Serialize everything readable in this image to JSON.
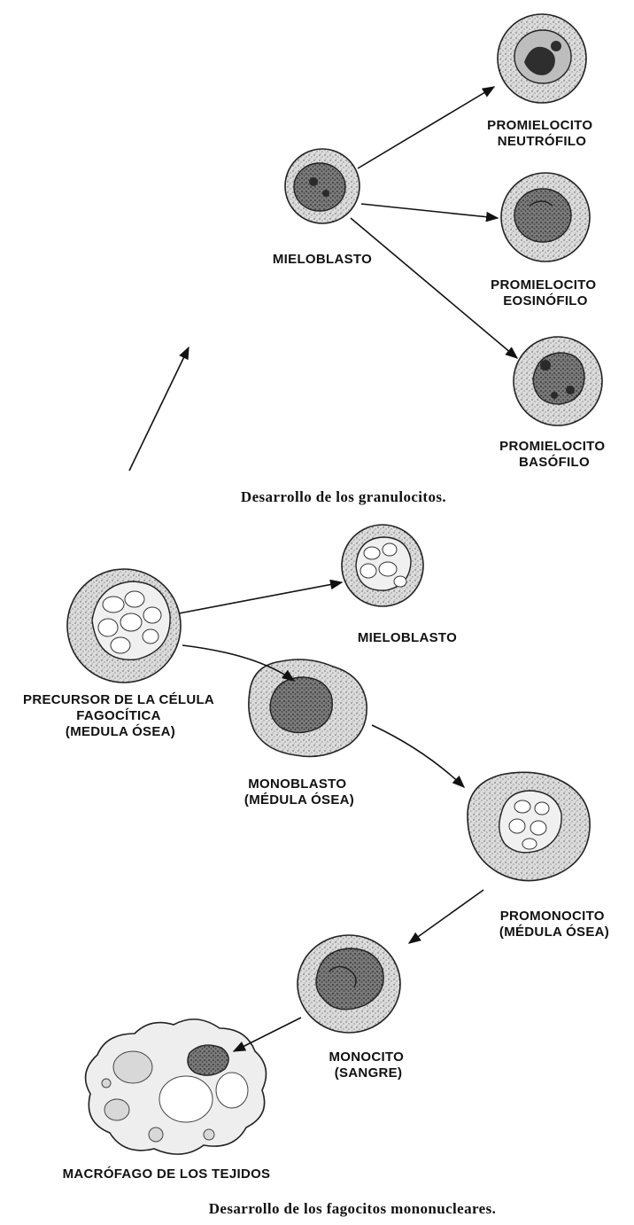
{
  "diagrams": [
    {
      "caption": "Desarrollo de los granulocitos.",
      "cells": [
        {
          "id": "mieloblasto",
          "label_lines": [
            "MIELOBLASTO"
          ]
        },
        {
          "id": "promielocito-neutrofilo",
          "label_lines": [
            "PROMIELOCITO",
            "NEUTRÓFILO"
          ]
        },
        {
          "id": "promielocito-eosinofilo",
          "label_lines": [
            "PROMIELOCITO",
            "EOSINÓFILO"
          ]
        },
        {
          "id": "promielocito-basofilo",
          "label_lines": [
            "PROMIELOCITO",
            "BASÓFILO"
          ]
        }
      ]
    },
    {
      "caption": "Desarrollo de los fagocitos mononucleares.",
      "cells": [
        {
          "id": "precursor",
          "label_lines": [
            "PRECURSOR DE LA CÉLULA",
            "FAGOCÍTICA",
            "(MEDULA ÓSEA)"
          ]
        },
        {
          "id": "mieloblasto-2",
          "label_lines": [
            "MIELOBLASTO"
          ]
        },
        {
          "id": "monoblasto",
          "label_lines": [
            "MONOBLASTO",
            "(MÉDULA ÓSEA)"
          ]
        },
        {
          "id": "promonocito",
          "label_lines": [
            "PROMONOCITO",
            "(MÉDULA ÓSEA)"
          ]
        },
        {
          "id": "monocito",
          "label_lines": [
            "MONOCITO",
            "(SANGRE)"
          ]
        },
        {
          "id": "macrofago",
          "label_lines": [
            "MACRÓFAGO DE LOS TEJIDOS"
          ]
        }
      ]
    }
  ],
  "colors": {
    "ink": "#111111",
    "cytoplasm": "#d9d9d9",
    "nucleus": "#6e6e6e",
    "nucleus_dark": "#3a3a3a",
    "vacuole": "#ffffff"
  }
}
